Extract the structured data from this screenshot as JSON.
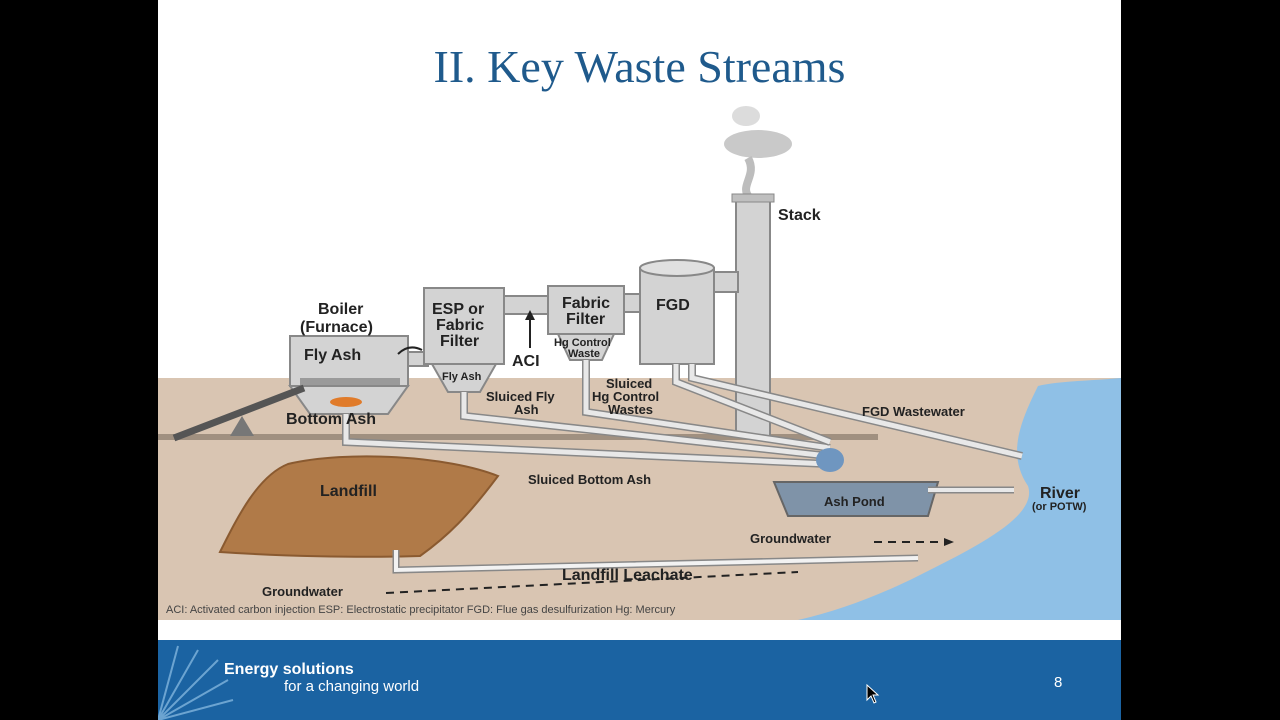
{
  "slide": {
    "title": "II. Key Waste Streams",
    "page_number": "8"
  },
  "footer": {
    "line1": "Energy solutions",
    "line2": "for a changing world"
  },
  "diagram": {
    "labels": {
      "stack": "Stack",
      "boiler_1": "Boiler",
      "boiler_2": "(Furnace)",
      "fly_ash": "Fly Ash",
      "bottom_ash": "Bottom Ash",
      "esp_1": "ESP or",
      "esp_2": "Fabric",
      "esp_3": "Filter",
      "esp_hopper": "Fly Ash",
      "fabric_1": "Fabric",
      "fabric_2": "Filter",
      "hg_1": "Hg Control",
      "hg_2": "Waste",
      "aci": "ACI",
      "fgd": "FGD",
      "sluiced_fly_1": "Sluiced Fly",
      "sluiced_fly_2": "Ash",
      "sluiced_hg_1": "Sluiced",
      "sluiced_hg_2": "Hg Control",
      "sluiced_hg_3": "Wastes",
      "fgd_wastewater": "FGD Wastewater",
      "landfill": "Landfill",
      "sluiced_bottom_ash": "Sluiced Bottom Ash",
      "ash_pond": "Ash Pond",
      "river_1": "River",
      "river_2": "(or POTW)",
      "groundwater_pond": "Groundwater",
      "groundwater_landfill": "Groundwater",
      "landfill_leachate": "Landfill Leachate",
      "footnote": "ACI: Activated carbon injection   ESP: Electrostatic precipitator   FGD: Flue gas desulfurization   Hg: Mercury"
    }
  },
  "colors": {
    "title": "#1f5a8c",
    "footer_bg": "#1b63a2",
    "ground": "#d9c5b2",
    "river": "#8fc0e6",
    "landfill": "#b07a48",
    "equipment": "#d3d3d3"
  }
}
